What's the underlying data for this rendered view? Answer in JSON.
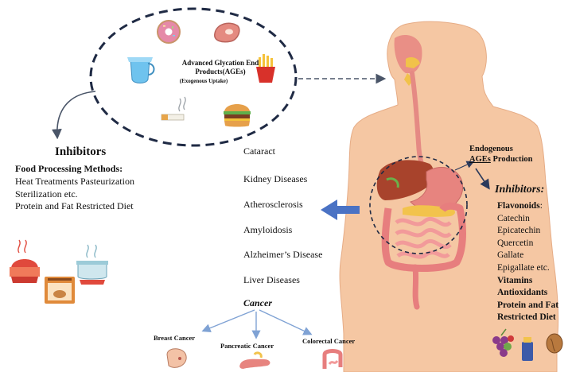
{
  "ages_bubble": {
    "title_line1": "Advanced Glycation End",
    "title_line2": "Products(AGEs)",
    "subtitle": "(Exogenous Uptake)"
  },
  "left_inhibitors": {
    "title": "Inhibitors",
    "heading": "Food Processing Methods:",
    "items": [
      "Heat Treatments Pasteurization",
      "Sterilization etc.",
      "Protein and Fat Restricted Diet"
    ]
  },
  "diseases": [
    "Cataract",
    "Kidney Diseases",
    "Atherosclerosis",
    "Amyloidosis",
    "Alzheimer’s Disease",
    "Liver Diseases"
  ],
  "cancer": {
    "label": "Cancer",
    "types": [
      "Breast Cancer",
      "Pancreatic Cancer",
      "Colorectal Cancer"
    ]
  },
  "endogenous": {
    "line1": "Endogenous",
    "ages": "AGEs",
    "production": " Production"
  },
  "right_inhibitors": {
    "title": "Inhibitors:",
    "flavonoids": "Flavonoids",
    "flavonoid_items": [
      "Catechin",
      "Epicatechin",
      "Quercetin",
      "Gallate",
      "Epigallate etc."
    ],
    "bold_items": [
      "Vitamins",
      "Antioxidants",
      "Protein and Fat",
      "Restricted Diet"
    ]
  },
  "icons": [
    "donut-icon",
    "steak-icon",
    "milk-jug-icon",
    "french-fries-icon",
    "cigarette-icon",
    "burger-icon",
    "cooking-pot-icon",
    "oven-icon",
    "boiling-pot-icon",
    "breast-icon",
    "pancreas-icon",
    "colon-icon",
    "grapes-icon",
    "supplement-bottle-icon",
    "nut-icon",
    "human-body-figure"
  ],
  "colors": {
    "dashed_outline": "#1f2a44",
    "arrow_blue": "#4a72c4",
    "connector_blue": "#7fa2d4",
    "skin": "#f5c7a3",
    "liver": "#a8432c",
    "intestine": "#ef8a8a",
    "stomach": "#e7847f"
  }
}
